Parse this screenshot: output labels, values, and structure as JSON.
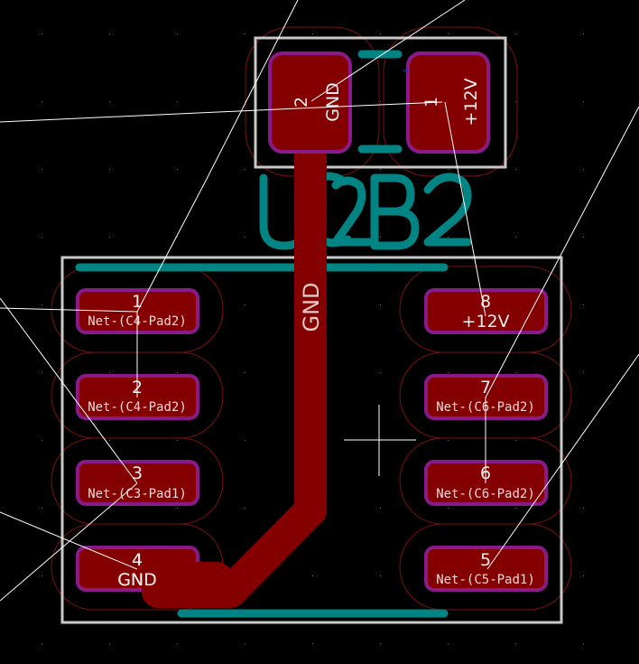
{
  "app": "PCB layout editor canvas",
  "colors": {
    "background": "#000000",
    "copper_front": "#840000",
    "pad_outline": "#8a1a8a",
    "silkscreen": "#008484",
    "board_edge": "#c8c8c8",
    "ratsnest": "#ffffff",
    "clearance": "#7a1010"
  },
  "footprints": [
    {
      "reference": "CB2",
      "pads": [
        {
          "number": "2",
          "net": "GND"
        },
        {
          "number": "1",
          "net": "+12V"
        }
      ]
    },
    {
      "reference": "U2",
      "pads": [
        {
          "number": "1",
          "net": "Net-(C4-Pad2)"
        },
        {
          "number": "2",
          "net": "Net-(C4-Pad2)"
        },
        {
          "number": "3",
          "net": "Net-(C3-Pad1)"
        },
        {
          "number": "4",
          "net": "GND"
        },
        {
          "number": "8",
          "net": "+12V"
        },
        {
          "number": "7",
          "net": "Net-(C6-Pad2)"
        },
        {
          "number": "6",
          "net": "Net-(C6-Pad2)"
        },
        {
          "number": "5",
          "net": "Net-(C5-Pad1)"
        }
      ]
    }
  ],
  "tracks": [
    {
      "net": "GND",
      "label": "GND"
    }
  ],
  "cursor": {
    "icon": "crosshair-cursor-icon"
  }
}
